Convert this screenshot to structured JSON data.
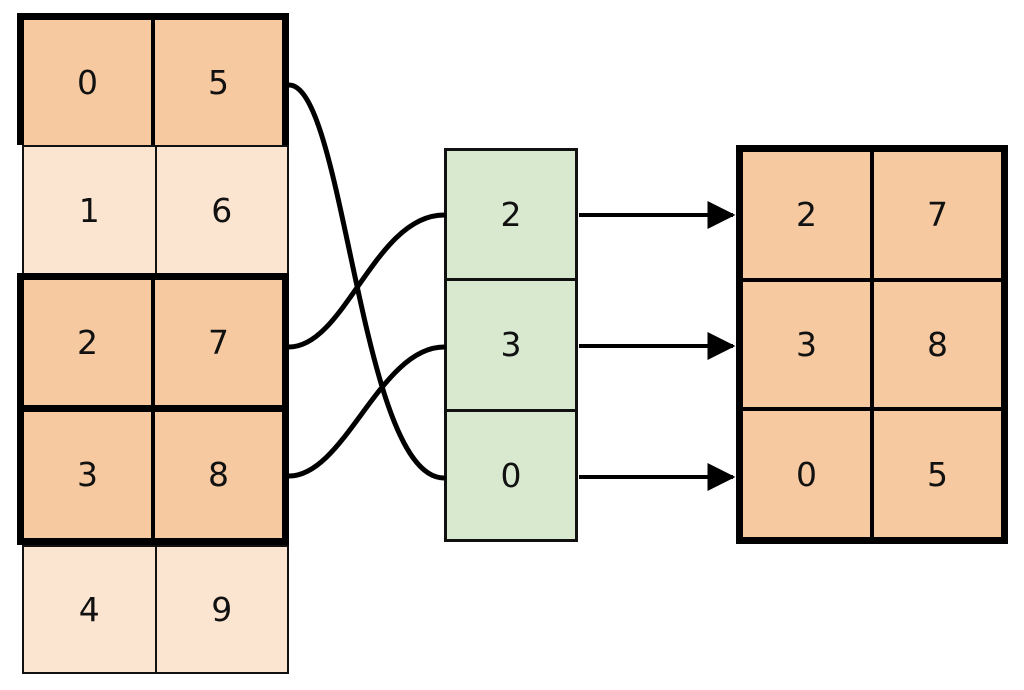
{
  "diagram": {
    "title": "permutation-gather-diagram",
    "colors": {
      "highlight_fill": "#F7C9A0",
      "plain_fill": "#FBE5D0",
      "index_fill": "#D9E9D0",
      "stroke": "#111111",
      "emphasis_stroke": "#000000",
      "background": "#FFFFFF"
    },
    "source_table": {
      "name": "source-table",
      "columns": 2,
      "rows": [
        {
          "cells": [
            "0",
            "5"
          ],
          "highlighted": true
        },
        {
          "cells": [
            "1",
            "6"
          ],
          "highlighted": false
        },
        {
          "cells": [
            "2",
            "7"
          ],
          "highlighted": true
        },
        {
          "cells": [
            "3",
            "8"
          ],
          "highlighted": true
        },
        {
          "cells": [
            "4",
            "9"
          ],
          "highlighted": false
        }
      ]
    },
    "index_column": {
      "name": "index-column",
      "columns": 1,
      "rows": [
        {
          "cells": [
            "2"
          ]
        },
        {
          "cells": [
            "3"
          ]
        },
        {
          "cells": [
            "0"
          ]
        }
      ]
    },
    "result_table": {
      "name": "result-table",
      "columns": 2,
      "rows": [
        {
          "cells": [
            "2",
            "7"
          ]
        },
        {
          "cells": [
            "3",
            "8"
          ]
        },
        {
          "cells": [
            "0",
            "5"
          ]
        }
      ]
    },
    "links": {
      "curves": [
        {
          "from_row": 0,
          "to_index_row": 2
        },
        {
          "from_row": 2,
          "to_index_row": 0
        },
        {
          "from_row": 3,
          "to_index_row": 1
        }
      ],
      "arrows": [
        {
          "from_index_row": 0,
          "to_result_row": 0
        },
        {
          "from_index_row": 1,
          "to_result_row": 1
        },
        {
          "from_index_row": 2,
          "to_result_row": 2
        }
      ]
    }
  }
}
